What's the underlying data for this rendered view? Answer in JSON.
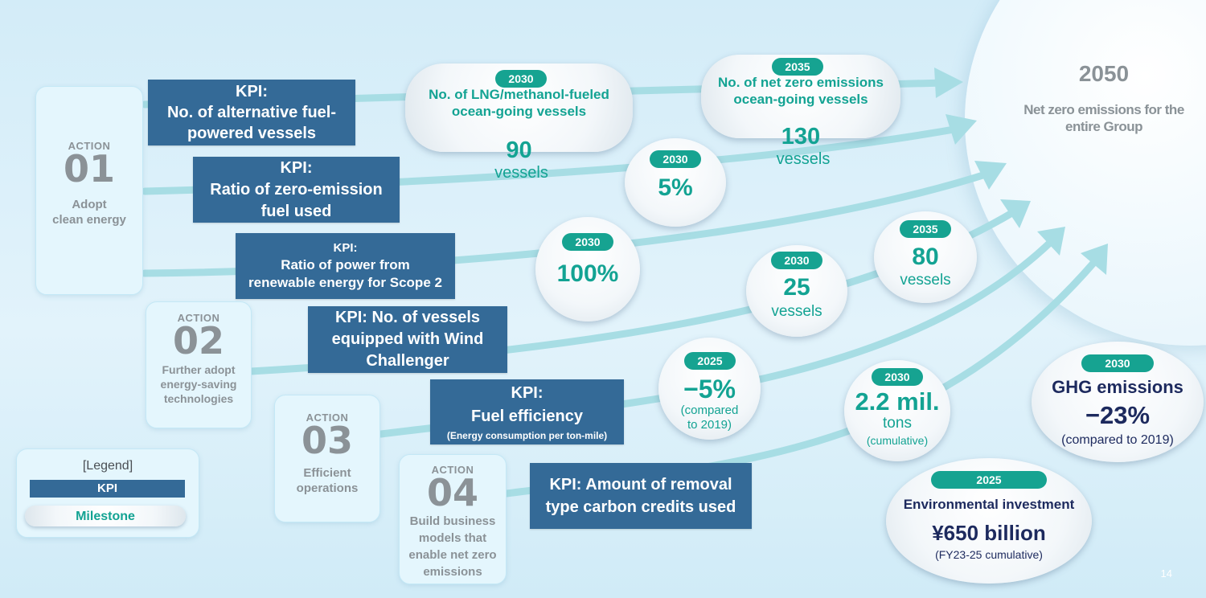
{
  "goal": {
    "year": "2050",
    "text": "Net zero emissions for the\nentire Group"
  },
  "actions": [
    {
      "label": "ACTION",
      "number": "01",
      "desc": "Adopt\nclean energy"
    },
    {
      "label": "ACTION",
      "number": "02",
      "desc": "Further adopt\nenergy-saving\ntechnologies"
    },
    {
      "label": "ACTION",
      "number": "03",
      "desc": "Efficient\noperations"
    },
    {
      "label": "ACTION",
      "number": "04",
      "desc": "Build business\nmodels that\nenable net zero\nemissions"
    }
  ],
  "kpis": {
    "alt_fuel": "KPI:\nNo. of alternative fuel-\npowered vessels",
    "zero_emission": "KPI:\nRatio of zero-emission\nfuel used",
    "renewable_title": "KPI:",
    "renewable_text": "Ratio of power from\nrenewable energy for Scope 2",
    "wind": "KPI: No. of vessels\nequipped with Wind\nChallenger",
    "fuel_eff_title": "KPI:\nFuel efficiency",
    "fuel_eff_sub": "(Energy consumption per ton-mile)",
    "carbon": "KPI: Amount of removal\ntype carbon credits used"
  },
  "milestones": {
    "lng": {
      "year": "2030",
      "text": "No. of LNG/methanol-fueled\nocean-going vessels",
      "value": "90",
      "unit": "vessels"
    },
    "netzero": {
      "year": "2035",
      "text": "No. of net zero emissions\nocean-going vessels",
      "value": "130",
      "unit": "vessels"
    },
    "zero_fuel": {
      "year": "2030",
      "value": "5%"
    },
    "renewable": {
      "year": "2030",
      "value": "100%"
    },
    "wind_2030": {
      "year": "2030",
      "value": "25",
      "unit": "vessels"
    },
    "wind_2035": {
      "year": "2035",
      "value": "80",
      "unit": "vessels"
    },
    "fuel_eff": {
      "year": "2025",
      "value": "−5%",
      "note": "(compared\nto 2019)"
    },
    "carbon": {
      "year": "2030",
      "value": "2.2 mil.",
      "unit": "tons",
      "note": "(cumulative)"
    },
    "ghg": {
      "year": "2030",
      "text": "GHG emissions",
      "value": "−23%",
      "note": "(compared to 2019)"
    },
    "invest": {
      "year": "2025",
      "text": "Environmental investment",
      "value": "¥650 billion",
      "note": "(FY23-25 cumulative)"
    }
  },
  "legend": {
    "title": "[Legend]",
    "kpi": "KPI",
    "milestone": "Milestone"
  },
  "page_number": "14",
  "colors": {
    "kpi": "#346a97",
    "milestone_text": "#13a393",
    "year_badge": "#16a391",
    "arrow": "#a7dde4",
    "navy_text": "#1d2a5e"
  }
}
